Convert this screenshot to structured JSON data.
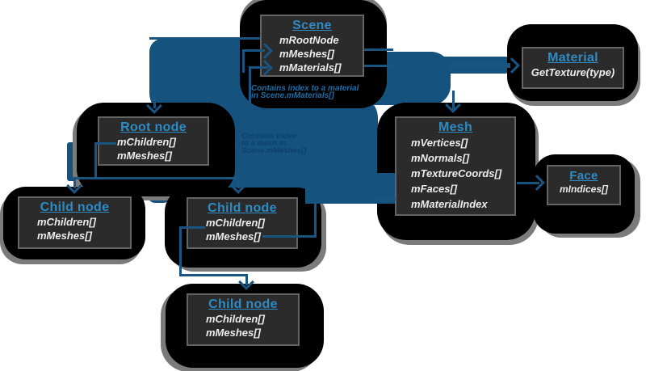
{
  "colors": {
    "title_accent": "#2E8BC4",
    "connector_blue": "#1A5480",
    "highlight_blob_blue": "#15527D",
    "box_fill": "#2b2b2b",
    "box_border": "#646464",
    "blob_black": "#000000",
    "blob_edge_gray": "#7b7b7b",
    "field_text": "#ececec"
  },
  "nodes": {
    "scene": {
      "title": "Scene",
      "fields": [
        "mRootNode",
        "mMeshes[]",
        "mMaterials[]"
      ]
    },
    "material": {
      "title": "Material",
      "fields": [
        "GetTexture(type)"
      ]
    },
    "root_node": {
      "title": "Root node",
      "fields": [
        "mChildren[]",
        "mMeshes[]"
      ]
    },
    "mesh": {
      "title": "Mesh",
      "fields": [
        "mVertices[]",
        "mNormals[]",
        "mTextureCoords[]",
        "mFaces[]",
        "mMaterialIndex"
      ]
    },
    "face": {
      "title": "Face",
      "fields": [
        "mIndices[]"
      ]
    },
    "child_left": {
      "title": "Child node",
      "fields": [
        "mChildren[]",
        "mMeshes[]"
      ]
    },
    "child_middle": {
      "title": "Child node",
      "fields": [
        "mChildren[]",
        "mMeshes[]"
      ]
    },
    "child_bottom": {
      "title": "Child node",
      "fields": [
        "mChildren[]",
        "mMeshes[]"
      ]
    }
  },
  "annotations": {
    "material_note": {
      "line1": "Contains index to a material",
      "line2": "in Scene.mMaterials[]"
    },
    "mesh_note": {
      "line1": "Contains index",
      "line2": "to a mesh in",
      "line3": "Scene.mMeshes[]"
    }
  }
}
